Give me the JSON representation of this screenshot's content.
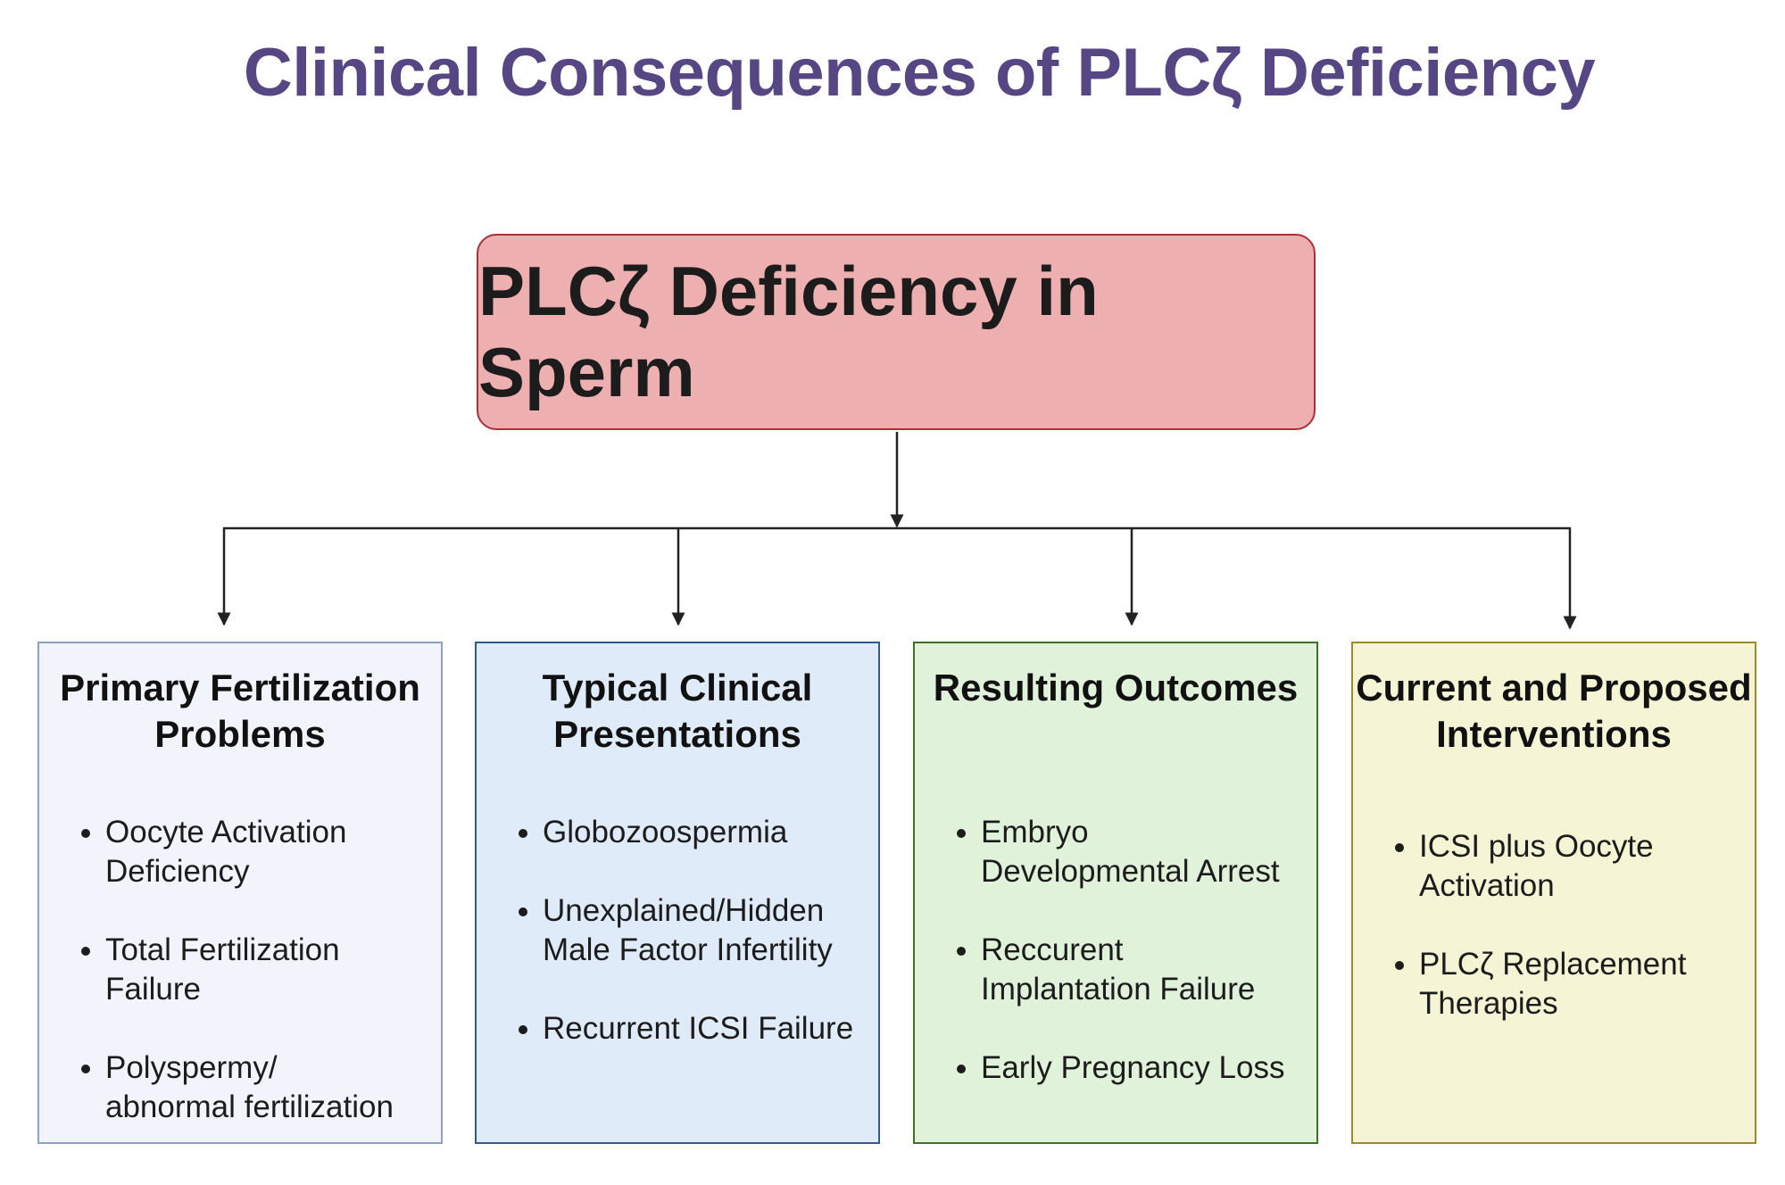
{
  "title": "Clinical Consequences of PLCζ Deficiency",
  "root": {
    "label": "PLCζ Deficiency in Sperm",
    "fill": "#edafaf",
    "border": "#a8323a"
  },
  "categories": [
    {
      "title_lines": [
        "Primary Fertilization",
        "Problems"
      ],
      "items": [
        [
          "Oocyte Activation",
          "Deficiency"
        ],
        [
          "Total Fertilization",
          "Failure"
        ],
        [
          "Polyspermy/",
          "abnormal fertilization"
        ]
      ],
      "fill": "#f1f5fb",
      "border": "#8fa0c8"
    },
    {
      "title_lines": [
        "Typical Clinical",
        "Presentations"
      ],
      "items": [
        [
          "Globozoospermia"
        ],
        [
          "Unexplained/Hidden",
          "Male Factor Infertility"
        ],
        [
          "Recurrent ICSI Failure"
        ]
      ],
      "fill": "#dfebf8",
      "border": "#2e5a8c"
    },
    {
      "title_lines": [
        "Resulting Outcomes"
      ],
      "items": [
        [
          "Embryo",
          "Developmental Arrest"
        ],
        [
          "Reccurent",
          "Implantation Failure"
        ],
        [
          "Early Pregnancy Loss"
        ]
      ],
      "fill": "#e0f3da",
      "border": "#3c7228"
    },
    {
      "title_lines": [
        "Current and Proposed",
        "Interventions"
      ],
      "items": [
        [
          "ICSI plus Oocyte",
          "Activation"
        ],
        [
          "PLCζ Replacement",
          "Therapies"
        ]
      ],
      "fill": "#f5f4d5",
      "border": "#a08a28"
    }
  ]
}
